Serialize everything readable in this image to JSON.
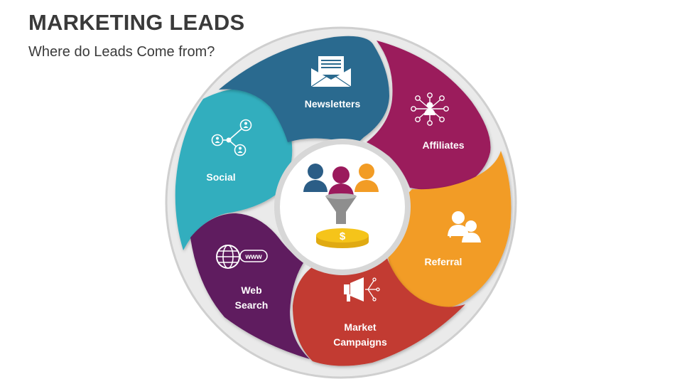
{
  "header": {
    "title": "MARKETING LEADS",
    "subtitle": "Where do Leads Come from?"
  },
  "segments": [
    {
      "key": "newsletters",
      "label": "Newsletters",
      "color": "#2a6a8f",
      "icon": "envelope-newsletter-icon"
    },
    {
      "key": "affiliates",
      "label": "Affiliates",
      "color": "#9b1a5c",
      "icon": "network-person-icon"
    },
    {
      "key": "referral",
      "label": "Referral",
      "color": "#f29c25",
      "icon": "referral-people-icon"
    },
    {
      "key": "market",
      "label_lines": [
        "Market",
        "Campaigns"
      ],
      "color": "#c23b30",
      "icon": "megaphone-icon"
    },
    {
      "key": "web",
      "label_lines": [
        "Web",
        "Search"
      ],
      "color": "#5e1a5e",
      "icon": "globe-www-icon"
    },
    {
      "key": "social",
      "label": "Social",
      "color": "#33aebe",
      "icon": "share-network-icon"
    }
  ],
  "center": {
    "icon": "leads-funnel-icon",
    "coin_symbol": "$",
    "colors": {
      "person_left": "#2b5d86",
      "person_middle": "#9b1a5c",
      "person_right": "#f29c25",
      "funnel": "#8e8e8e",
      "coin": "#f5c41a"
    }
  },
  "www_text": "www"
}
